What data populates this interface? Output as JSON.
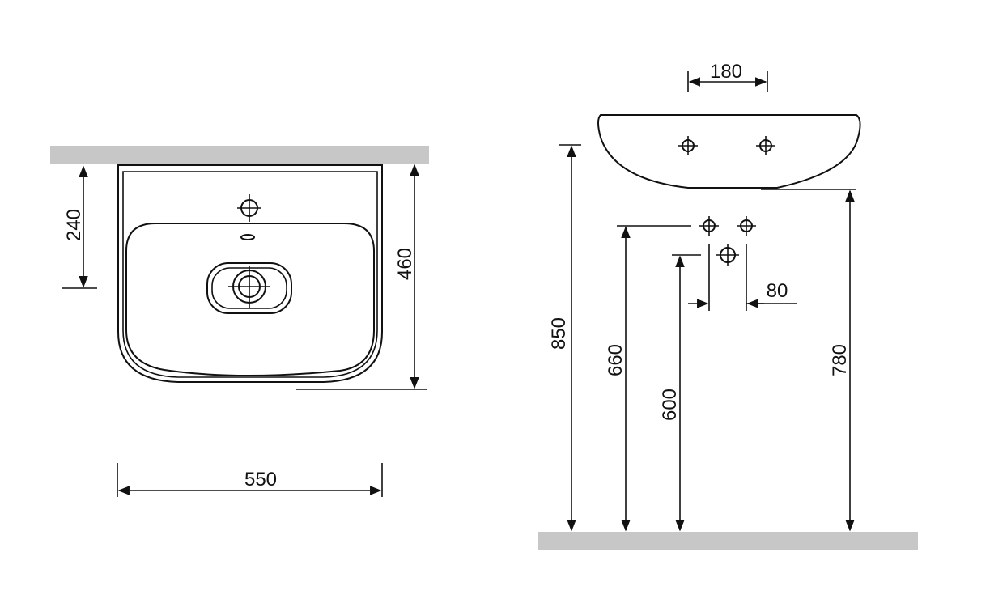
{
  "colors": {
    "line": "#111111",
    "surface": "#c7c7c7",
    "background": "#ffffff"
  },
  "dimensions": {
    "basin_width": "550",
    "basin_depth": "460",
    "tap_hole_distance": "240",
    "wall_hole_spacing": "180",
    "supply_spacing": "80",
    "mounting_height": "850",
    "supply_height": "660",
    "drain_height": "600",
    "basin_bottom_height": "780"
  }
}
